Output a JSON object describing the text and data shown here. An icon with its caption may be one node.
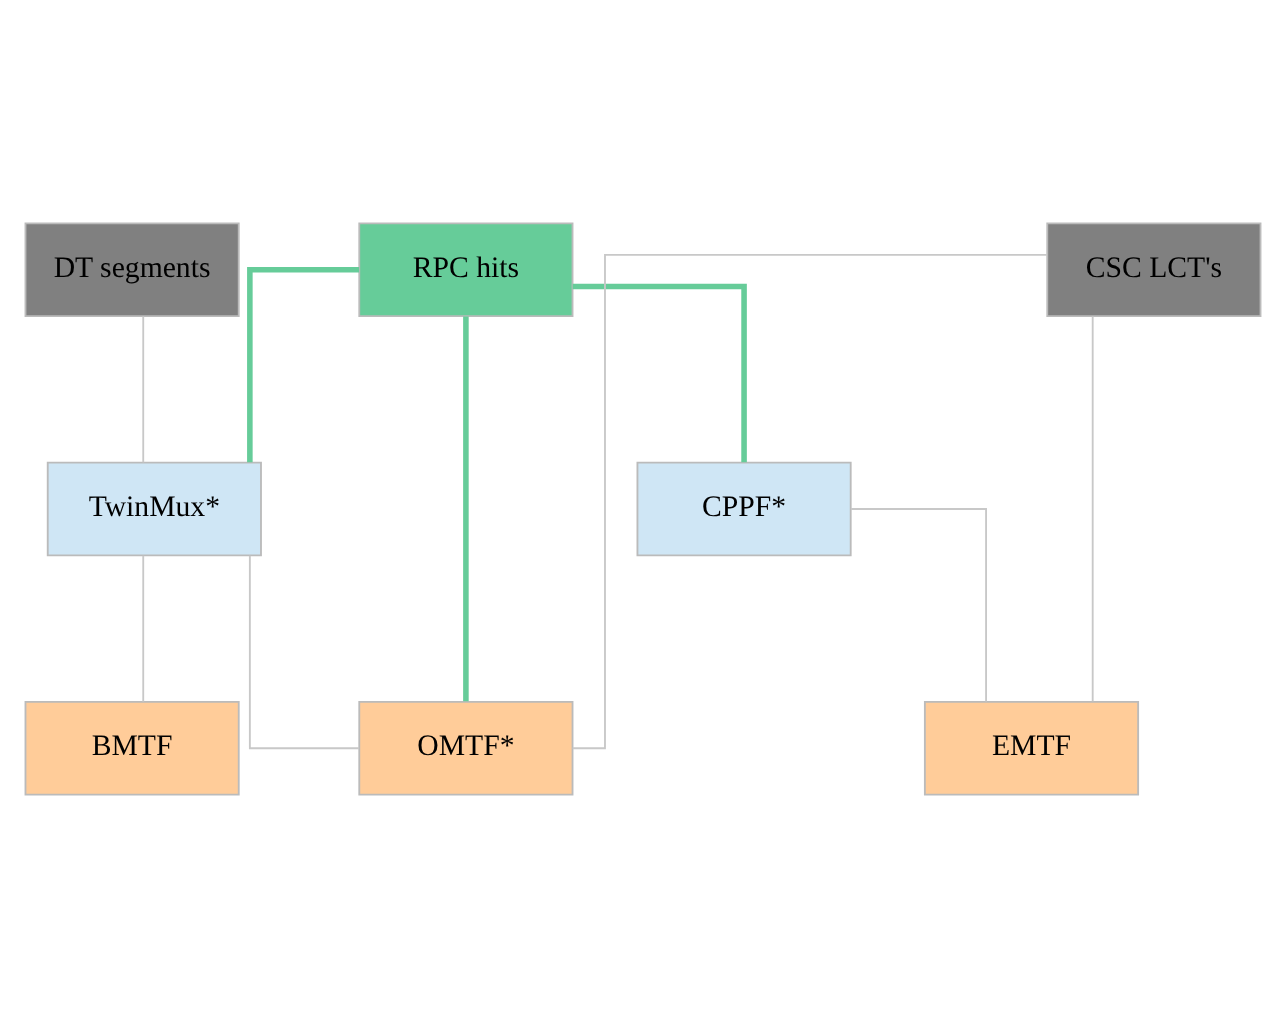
{
  "diagram": {
    "nodes": [
      {
        "text": [
          "DT segments"
        ]
      },
      {
        "text": [
          "RPC hits"
        ]
      },
      {
        "text": [
          "CSC LCT's"
        ]
      },
      {
        "text": [
          "TwinMux*"
        ]
      },
      {
        "text": [
          "CPPF*"
        ]
      },
      {
        "text": [
          "BMTF"
        ]
      },
      {
        "text": [
          "OMTF*"
        ]
      },
      {
        "text": [
          "EMTF"
        ]
      }
    ],
    "edges": [
      {
        "from": 0,
        "to": 3,
        "arrow": "none"
      },
      {
        "from": 1,
        "to": 3,
        "arrow": "none",
        "style": "thick",
        "color": "#66cc99"
      },
      {
        "from": 1,
        "to": 6,
        "arrow": "none",
        "style": "thick",
        "color": "#66cc99"
      },
      {
        "from": 1,
        "to": 4,
        "arrow": "none",
        "style": "thick",
        "color": "#66cc99"
      },
      {
        "from": 3,
        "to": 5,
        "arrow": "none"
      },
      {
        "from": 3,
        "to": 6,
        "arrow": "none"
      },
      {
        "from": 2,
        "to": 6,
        "arrow": "none"
      },
      {
        "from": 4,
        "to": 7,
        "arrow": "none"
      },
      {
        "from": 2,
        "to": 7,
        "arrow": "none"
      }
    ]
  }
}
